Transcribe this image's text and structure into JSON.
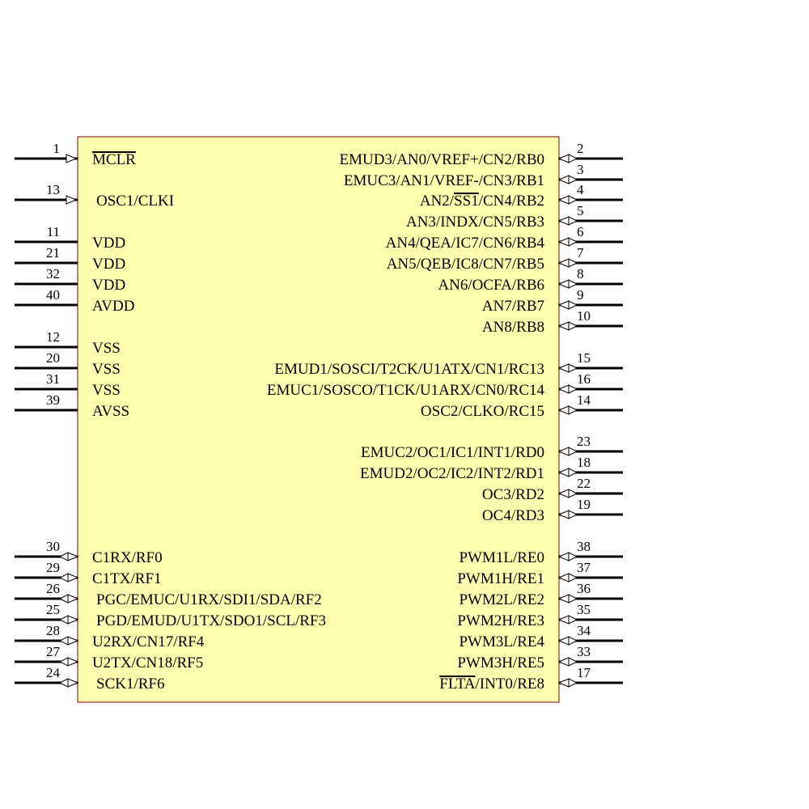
{
  "body_color": "#ffffb0",
  "border_color": "#800000",
  "left_pins": [
    {
      "num": "1",
      "label": "MCLR",
      "type": "input",
      "overbar": [
        0,
        4
      ]
    },
    {
      "num": "13",
      "label": "OSC1/CLKI",
      "type": "input"
    },
    {
      "num": "11",
      "label": "VDD",
      "type": "power"
    },
    {
      "num": "21",
      "label": "VDD",
      "type": "power"
    },
    {
      "num": "32",
      "label": "VDD",
      "type": "power"
    },
    {
      "num": "40",
      "label": "AVDD",
      "type": "power"
    },
    {
      "num": "12",
      "label": "VSS",
      "type": "power"
    },
    {
      "num": "20",
      "label": "VSS",
      "type": "power"
    },
    {
      "num": "31",
      "label": "VSS",
      "type": "power"
    },
    {
      "num": "39",
      "label": "AVSS",
      "type": "power"
    },
    {
      "num": "30",
      "label": "C1RX/RF0",
      "type": "io"
    },
    {
      "num": "29",
      "label": "C1TX/RF1",
      "type": "io"
    },
    {
      "num": "26",
      "label": "PGC/EMUC/U1RX/SDI1/SDA/RF2",
      "type": "io"
    },
    {
      "num": "25",
      "label": "PGD/EMUD/U1TX/SDO1/SCL/RF3",
      "type": "io"
    },
    {
      "num": "28",
      "label": "U2RX/CN17/RF4",
      "type": "io"
    },
    {
      "num": "27",
      "label": "U2TX/CN18/RF5",
      "type": "io"
    },
    {
      "num": "24",
      "label": "SCK1/RF6",
      "type": "io"
    }
  ],
  "right_pins": [
    {
      "num": "2",
      "label": "EMUD3/AN0/VREF+/CN2/RB0",
      "type": "io"
    },
    {
      "num": "3",
      "label": "EMUC3/AN1/VREF-/CN3/RB1",
      "type": "io"
    },
    {
      "num": "4",
      "label": "AN2/SS1/CN4/RB2",
      "type": "io",
      "overbar": [
        4,
        7
      ]
    },
    {
      "num": "5",
      "label": "AN3/INDX/CN5/RB3",
      "type": "io"
    },
    {
      "num": "6",
      "label": "AN4/QEA/IC7/CN6/RB4",
      "type": "io"
    },
    {
      "num": "7",
      "label": "AN5/QEB/IC8/CN7/RB5",
      "type": "io"
    },
    {
      "num": "8",
      "label": "AN6/OCFA/RB6",
      "type": "io"
    },
    {
      "num": "9",
      "label": "AN7/RB7",
      "type": "io"
    },
    {
      "num": "10",
      "label": "AN8/RB8",
      "type": "io"
    },
    {
      "num": "15",
      "label": "EMUD1/SOSCI/T2CK/U1ATX/CN1/RC13",
      "type": "io"
    },
    {
      "num": "16",
      "label": "EMUC1/SOSCO/T1CK/U1ARX/CN0/RC14",
      "type": "io"
    },
    {
      "num": "14",
      "label": "OSC2/CLKO/RC15",
      "type": "io"
    },
    {
      "num": "23",
      "label": "EMUC2/OC1/IC1/INT1/RD0",
      "type": "io"
    },
    {
      "num": "18",
      "label": "EMUD2/OC2/IC2/INT2/RD1",
      "type": "io"
    },
    {
      "num": "22",
      "label": "OC3/RD2",
      "type": "io"
    },
    {
      "num": "19",
      "label": "OC4/RD3",
      "type": "io"
    },
    {
      "num": "38",
      "label": "PWM1L/RE0",
      "type": "io"
    },
    {
      "num": "37",
      "label": "PWM1H/RE1",
      "type": "io"
    },
    {
      "num": "36",
      "label": "PWM2L/RE2",
      "type": "io"
    },
    {
      "num": "35",
      "label": "PWM2H/RE3",
      "type": "io"
    },
    {
      "num": "34",
      "label": "PWM3L/RE4",
      "type": "io"
    },
    {
      "num": "33",
      "label": "PWM3H/RE5",
      "type": "io"
    },
    {
      "num": "17",
      "label": "FLTA/INT0/RE8",
      "type": "io",
      "overbar": [
        0,
        4
      ]
    }
  ]
}
